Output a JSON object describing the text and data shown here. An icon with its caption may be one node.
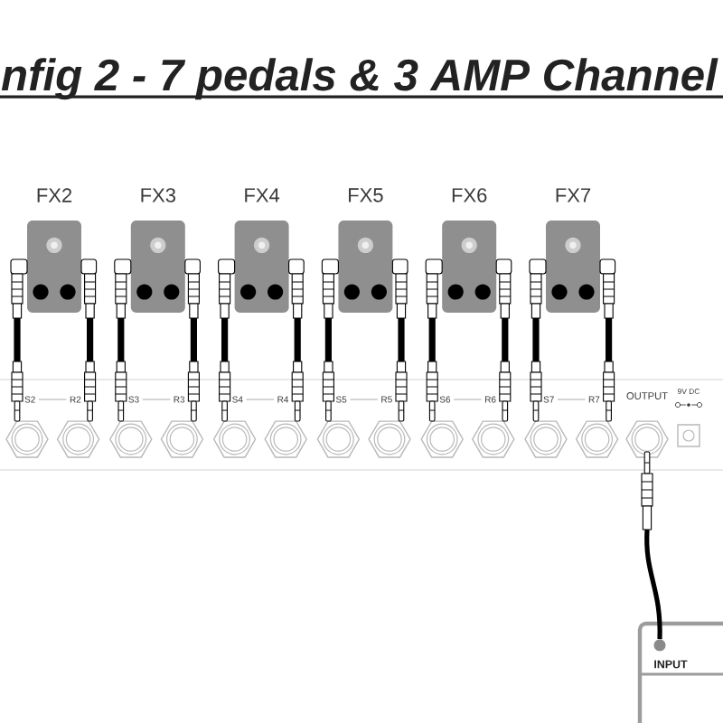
{
  "diagram": {
    "title": "nfig 2 - 7 pedals & 3 AMP Channel",
    "nodes": [
      {
        "text": [
          "FX2"
        ]
      },
      {
        "text": [
          "FX3"
        ]
      },
      {
        "text": [
          "FX4"
        ]
      },
      {
        "text": [
          "FX5"
        ]
      },
      {
        "text": [
          "FX6"
        ]
      },
      {
        "text": [
          "FX7"
        ]
      },
      {
        "text": [],
        "shape": "box"
      },
      {
        "text": [
          "S2"
        ],
        "in": 6
      },
      {
        "text": [
          "R2"
        ],
        "in": 6
      },
      {
        "text": [
          "S3"
        ],
        "in": 6
      },
      {
        "text": [
          "R3"
        ],
        "in": 6
      },
      {
        "text": [
          "S4"
        ],
        "in": 6
      },
      {
        "text": [
          "R4"
        ],
        "in": 6
      },
      {
        "text": [
          "S5"
        ],
        "in": 6
      },
      {
        "text": [
          "R5"
        ],
        "in": 6
      },
      {
        "text": [
          "S6"
        ],
        "in": 6
      },
      {
        "text": [
          "R6"
        ],
        "in": 6
      },
      {
        "text": [
          "S7"
        ],
        "in": 6
      },
      {
        "text": [
          "R7"
        ],
        "in": 6
      },
      {
        "text": [
          "OUTPUT"
        ]
      },
      {
        "text": [
          "9V DC"
        ],
        "in": 6
      },
      {
        "text": [],
        "shape": "box"
      },
      {
        "text": [
          "INPUT"
        ],
        "in": 21
      }
    ],
    "edges": [
      {
        "from": 7,
        "to": 0,
        "arrow": "none"
      },
      {
        "from": 0,
        "to": 8,
        "arrow": "none"
      },
      {
        "from": 7,
        "to": 8,
        "arrow": "none",
        "color": "#aaaaaa"
      },
      {
        "from": 9,
        "to": 1,
        "arrow": "none"
      },
      {
        "from": 1,
        "to": 10,
        "arrow": "none"
      },
      {
        "from": 9,
        "to": 10,
        "arrow": "none",
        "color": "#aaaaaa"
      },
      {
        "from": 11,
        "to": 2,
        "arrow": "none"
      },
      {
        "from": 2,
        "to": 12,
        "arrow": "none"
      },
      {
        "from": 11,
        "to": 12,
        "arrow": "none",
        "color": "#aaaaaa"
      },
      {
        "from": 13,
        "to": 3,
        "arrow": "none"
      },
      {
        "from": 3,
        "to": 14,
        "arrow": "none"
      },
      {
        "from": 13,
        "to": 14,
        "arrow": "none",
        "color": "#aaaaaa"
      },
      {
        "from": 15,
        "to": 4,
        "arrow": "none"
      },
      {
        "from": 4,
        "to": 16,
        "arrow": "none"
      },
      {
        "from": 15,
        "to": 16,
        "arrow": "none",
        "color": "#aaaaaa"
      },
      {
        "from": 17,
        "to": 5,
        "arrow": "none"
      },
      {
        "from": 5,
        "to": 18,
        "arrow": "none"
      },
      {
        "from": 17,
        "to": 18,
        "arrow": "none",
        "color": "#aaaaaa"
      },
      {
        "from": 19,
        "to": 22,
        "arrow": "none"
      }
    ]
  }
}
